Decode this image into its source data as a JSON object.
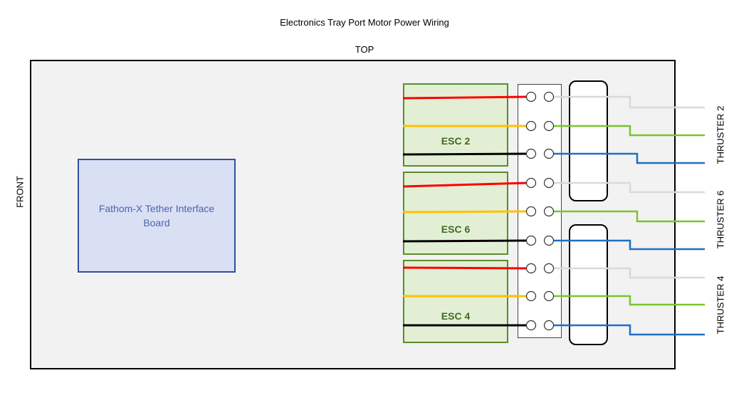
{
  "title": "Electronics Tray Port Motor Power Wiring",
  "top_label": "TOP",
  "front_label": "FRONT",
  "board": {
    "label": "Fathom-X Tether Interface Board"
  },
  "escs": [
    {
      "label": "ESC 2"
    },
    {
      "label": "ESC 6"
    },
    {
      "label": "ESC 4"
    }
  ],
  "thrusters": [
    {
      "label": "THRUSTER 2"
    },
    {
      "label": "THRUSTER 6"
    },
    {
      "label": "THRUSTER 4"
    }
  ],
  "wire_colors": {
    "esc_wires": [
      "#ff0000",
      "#ffc000",
      "#000000"
    ],
    "thruster_wires": [
      "#d9d9d9",
      "#7cc42a",
      "#1f6fc0"
    ]
  }
}
